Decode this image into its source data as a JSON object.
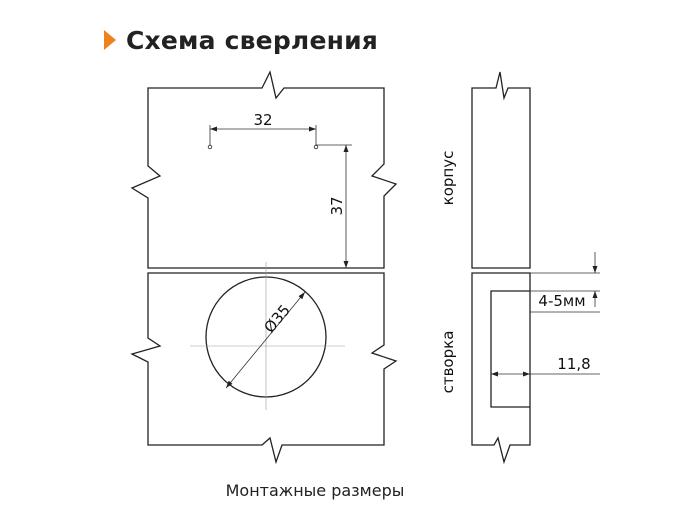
{
  "title": "Схема сверления",
  "labels": {
    "dim_32": "32",
    "dim_37": "37",
    "dim_35": "Ø35",
    "korpus": "корпус",
    "stvorka": "створка",
    "dim_4_5": "4-5мм",
    "dim_11_8": "11,8"
  },
  "caption": "Монтажные размеры",
  "colors": {
    "accent": "#f0811f",
    "line": "#222222",
    "thin": "#555555"
  }
}
